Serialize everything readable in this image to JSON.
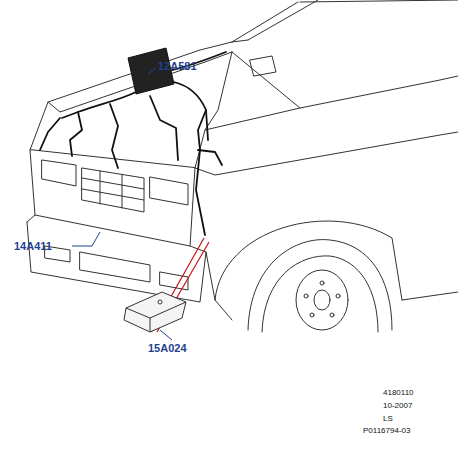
{
  "diagram": {
    "labels": [
      "12A581",
      "14A411",
      "15A024",
      "4180110",
      "10-2007",
      "LS",
      "P0116794-03"
    ]
  }
}
